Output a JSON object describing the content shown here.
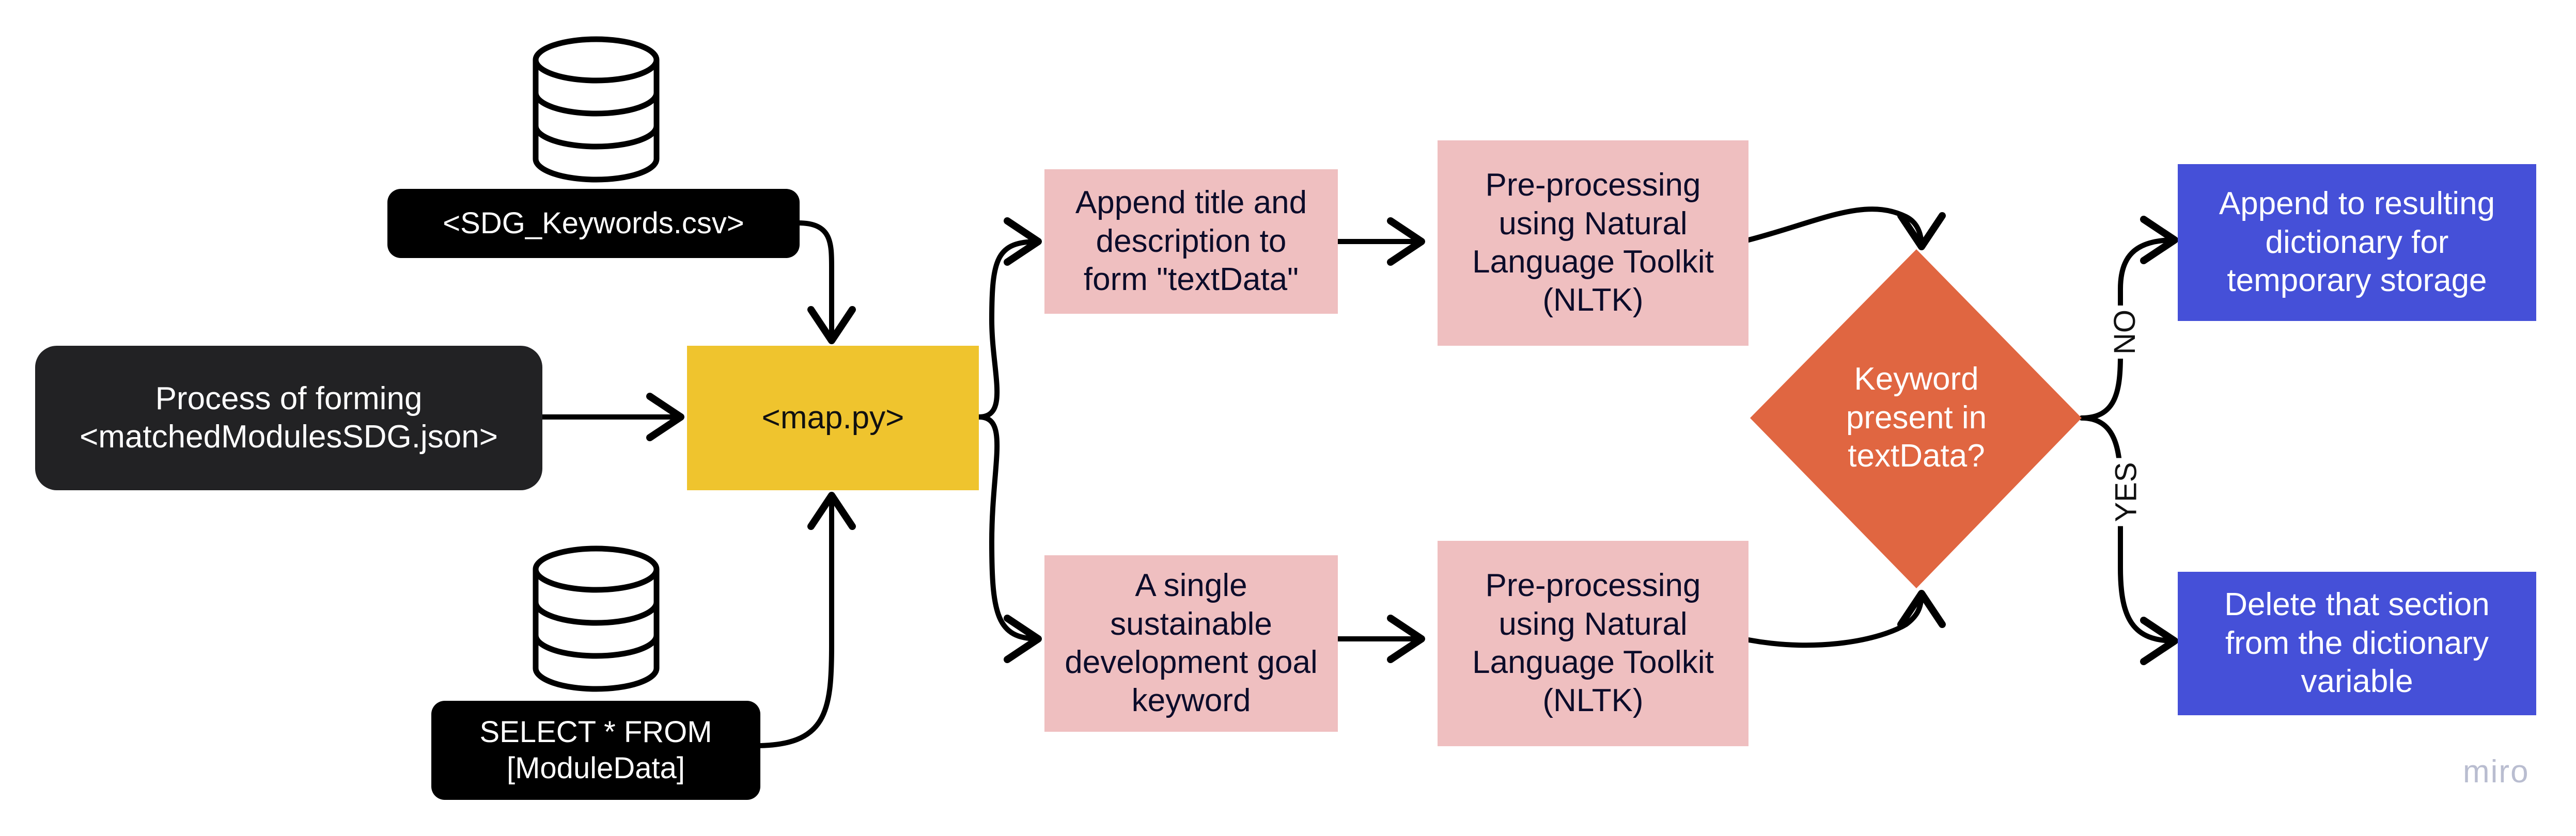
{
  "nodes": {
    "sdg_keywords_csv": "<SDG_Keywords.csv>",
    "process_forming": "Process of forming\n<matchedModulesSDG.json>",
    "map_py": "<map.py>",
    "select_query": "SELECT * FROM\n[ModuleData]",
    "append_title": "Append title and\ndescription to\nform \"textData\"",
    "single_keyword": "A single\nsustainable\ndevelopment goal\nkeyword",
    "preprocess_top": "Pre-processing\nusing Natural\nLanguage Toolkit\n(NLTK)",
    "preprocess_bottom": "Pre-processing\nusing Natural\nLanguage Toolkit\n(NLTK)",
    "decision": "Keyword\npresent in\ntextData?",
    "append_result": "Append to resulting\ndictionary for\ntemporary storage",
    "delete_section": "Delete that section\nfrom the dictionary\nvariable"
  },
  "edge_labels": {
    "no": "NO",
    "yes": "YES"
  },
  "watermark": "miro",
  "colors": {
    "black_node": "#000000",
    "dark_node": "#222224",
    "yellow_node": "#efc42e",
    "pink_node": "#efbfc0",
    "decision_node": "#e06641",
    "blue_node": "#4550d8",
    "arrow": "#000000"
  }
}
